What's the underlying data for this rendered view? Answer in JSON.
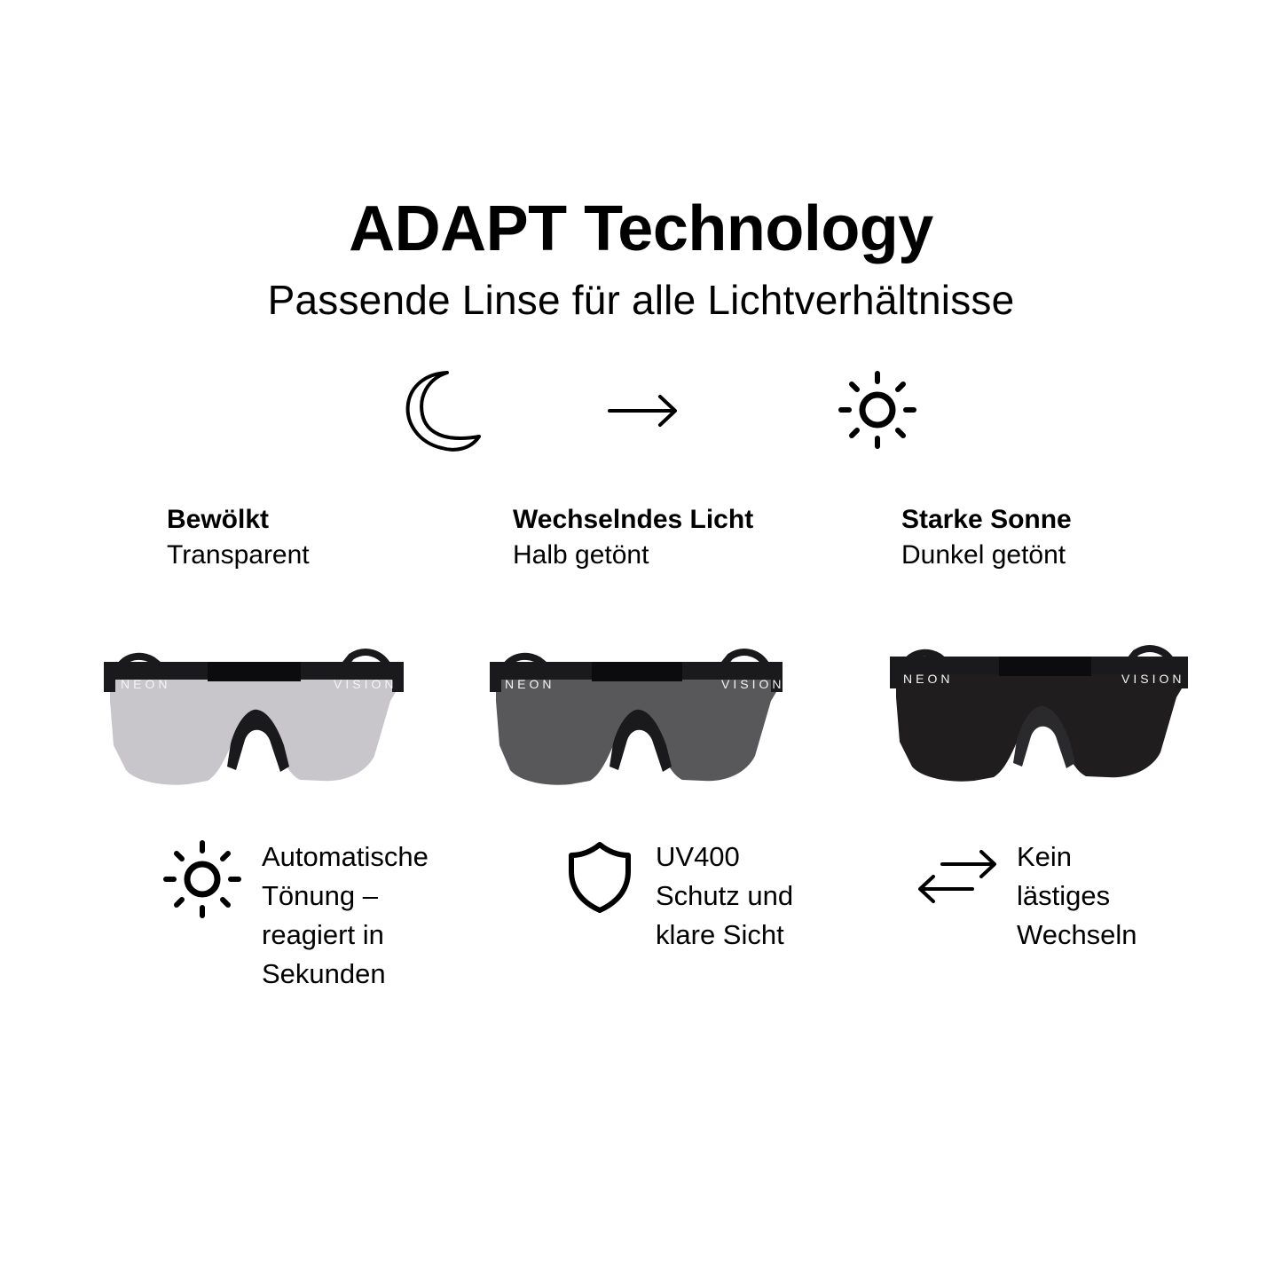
{
  "header": {
    "title": "ADAPT Technology",
    "subtitle": "Passende Linse für alle Lichtverhältnisse"
  },
  "transition": {
    "from_icon": "moon-icon",
    "arrow_icon": "arrow-right-icon",
    "to_icon": "sun-icon"
  },
  "conditions": [
    {
      "title": "Bewölkt",
      "subtitle": "Transparent",
      "lens_color": "#c8c6cb"
    },
    {
      "title": "Wechselndes Licht",
      "subtitle": "Halb getönt",
      "lens_color": "#58575a"
    },
    {
      "title": "Starke Sonne",
      "subtitle": "Dunkel getönt",
      "lens_color": "#1f1d1e"
    }
  ],
  "glasses": {
    "brand_left": "NEON",
    "brand_right": "VISION",
    "frame_color": "#1a1a1c"
  },
  "features": [
    {
      "icon": "sun-icon",
      "lines": [
        "Automatische",
        "Tönung –",
        "reagiert in",
        "Sekunden"
      ]
    },
    {
      "icon": "shield-icon",
      "lines": [
        "UV400",
        "Schutz und",
        "klare Sicht"
      ]
    },
    {
      "icon": "swap-arrows-icon",
      "lines": [
        "Kein",
        "lästiges",
        "Wechseln"
      ]
    }
  ]
}
